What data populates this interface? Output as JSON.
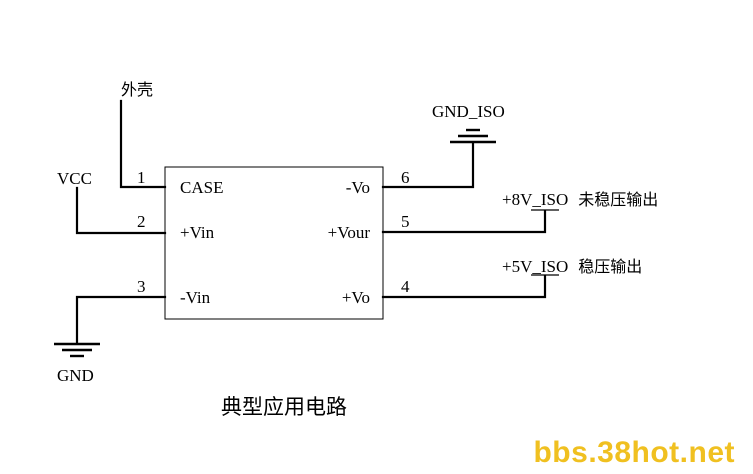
{
  "casing_label": "外壳",
  "vcc_label": "VCC",
  "gnd_label": "GND",
  "gnd_iso_label": "GND_ISO",
  "pins": [
    {
      "number": "1",
      "name": "CASE"
    },
    {
      "number": "2",
      "name": "+Vin"
    },
    {
      "number": "3",
      "name": "-Vin"
    },
    {
      "number": "4",
      "name": "+Vo"
    },
    {
      "number": "5",
      "name": "+Vour"
    },
    {
      "number": "6",
      "name": "-Vo"
    }
  ],
  "outputs": {
    "unregulated": {
      "net": "+8V_ISO",
      "desc": "未稳压输出"
    },
    "regulated": {
      "net": "+5V_ISO",
      "desc": "稳压输出"
    }
  },
  "caption": "典型应用电路",
  "watermark": "bbs.38hot.net"
}
